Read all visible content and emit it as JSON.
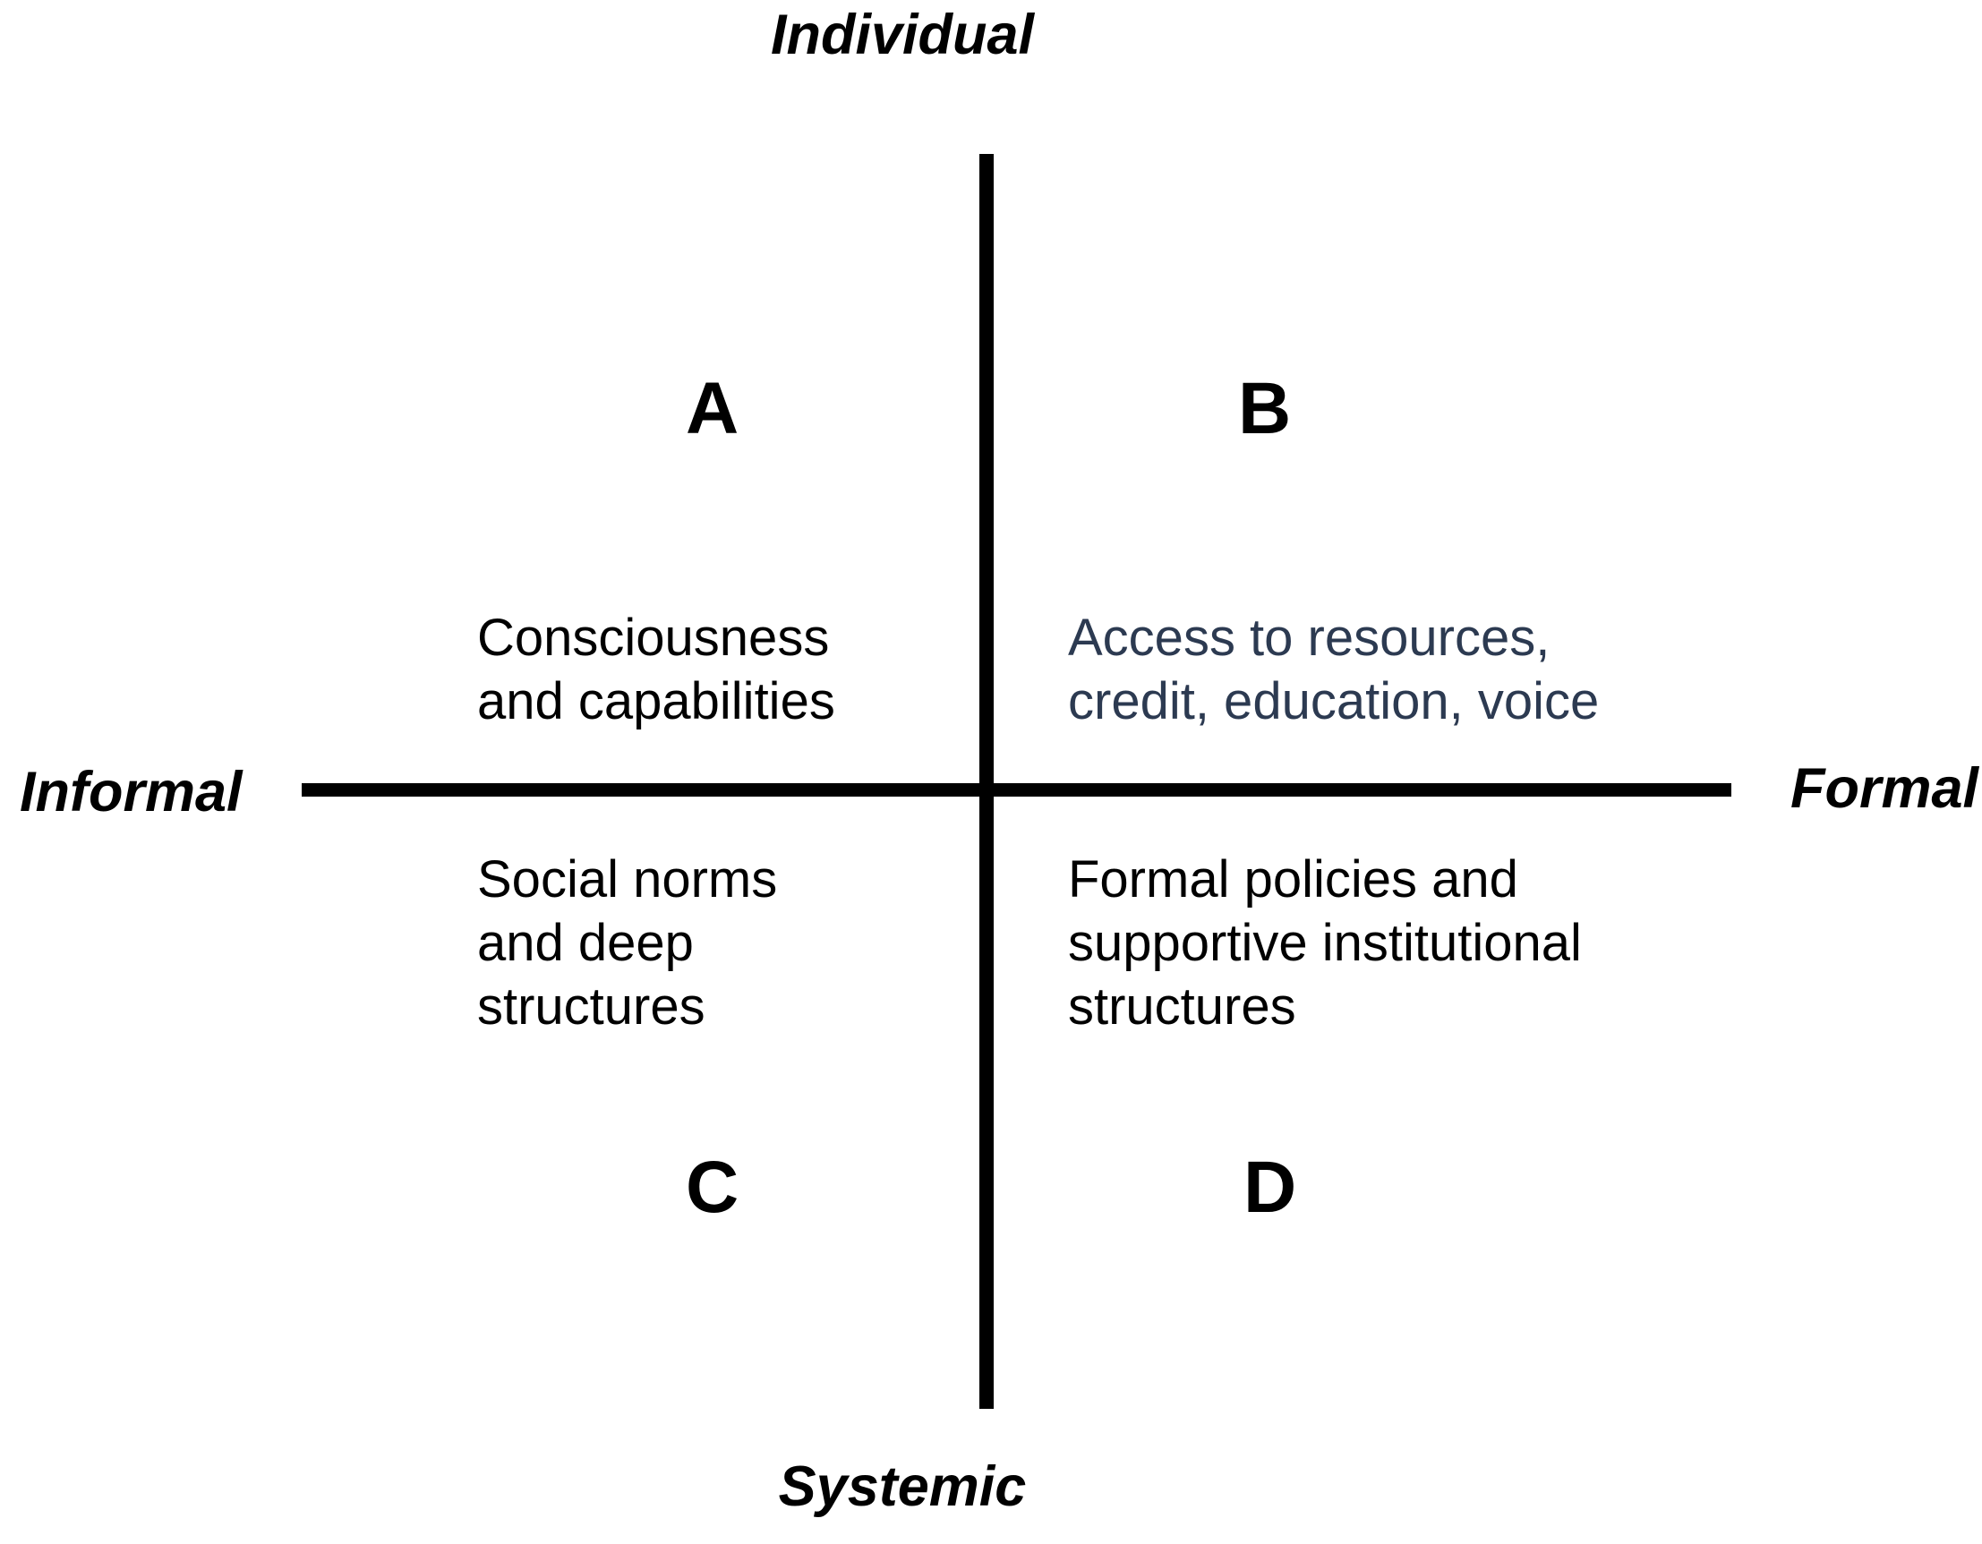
{
  "diagram": {
    "type": "2x2-quadrant-matrix",
    "background_color": "#ffffff",
    "axis_color": "#000000",
    "axes": {
      "vertical": {
        "top_label": "Individual",
        "bottom_label": "Systemic"
      },
      "horizontal": {
        "left_label": "Informal",
        "right_label": "Formal"
      }
    },
    "quadrants": [
      {
        "id": "A",
        "letter": "A",
        "position": "top-left",
        "axes": "Individual / Informal",
        "text": "Consciousness\nand capabilities",
        "text_color": "#000000"
      },
      {
        "id": "B",
        "letter": "B",
        "position": "top-right",
        "axes": "Individual / Formal",
        "text": "Access to resources,\ncredit, education, voice",
        "text_color": "#2c3a51"
      },
      {
        "id": "C",
        "letter": "C",
        "position": "bottom-left",
        "axes": "Systemic / Informal",
        "text": "Social norms\nand deep\nstructures",
        "text_color": "#000000"
      },
      {
        "id": "D",
        "letter": "D",
        "position": "bottom-right",
        "axes": "Systemic / Formal",
        "text": "Formal policies and\nsupportive institutional\nstructures",
        "text_color": "#000000"
      }
    ]
  }
}
